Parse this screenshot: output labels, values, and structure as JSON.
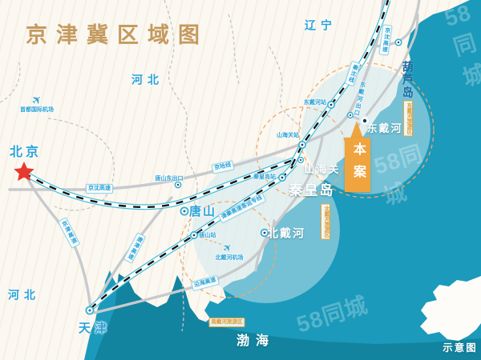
{
  "title": "京津冀区域图",
  "disclaimer": "示意图",
  "watermark_text": "58同城",
  "provinces": {
    "hebei_north": "河北",
    "hebei_southwest": "河北",
    "liaoning": "辽宁"
  },
  "cities": {
    "beijing": "北京",
    "tianjin": "天津",
    "tangshan": "唐山",
    "qinhuangdao": "秦皇岛",
    "shanhaiguan": "山海关",
    "beidaihe": "北戴河",
    "dongdaihe": "东戴河",
    "huludao": "葫芦岛"
  },
  "sea": {
    "bohai": "渤海"
  },
  "project": {
    "label": "本案"
  },
  "stations": {
    "tangshan_east_exit": "唐山东出口",
    "tangshan_station": "唐山站",
    "qinhuangdao_station": "秦皇岛站",
    "shanhaiguan_station": "山海关站",
    "dongdaihe_station": "东戴河站",
    "dongdaihe_exit": "东戴河出口"
  },
  "airports": {
    "capital": "首都国际机场",
    "beidaihe": "北戴河机场"
  },
  "routes": {
    "jingshen_expwy": "京沈高速",
    "jingshen_expwy_ne": "京沈高速",
    "jingha_line": "京哈线",
    "jingjin_expwy": "京津高速",
    "tangjin_expwy": "唐津高速",
    "yanhai_expwy": "沿海高速",
    "jinqin_hsr": "津秦高速客运专线",
    "qinshen_line": "秦沈线"
  },
  "tourist_areas": {
    "dongdaihe": "东戴河旅游区",
    "beidaihe": "北戴河旅游区",
    "nandaihe": "南戴河旅游区"
  },
  "colors": {
    "sea": "#1b9abb",
    "sea_deep": "#12849f",
    "land": "#fbf8f1",
    "accent_orange": "#f0a43e",
    "label_blue": "#2aa2d8",
    "city_dark_blue": "#1a6ba3",
    "title_tan": "#c49a5f",
    "railway_cyan": "#41bcd9",
    "road_gray": "#c7cacd",
    "star_red": "#e8392f",
    "dashed_circle_orange": "#f2a869"
  }
}
